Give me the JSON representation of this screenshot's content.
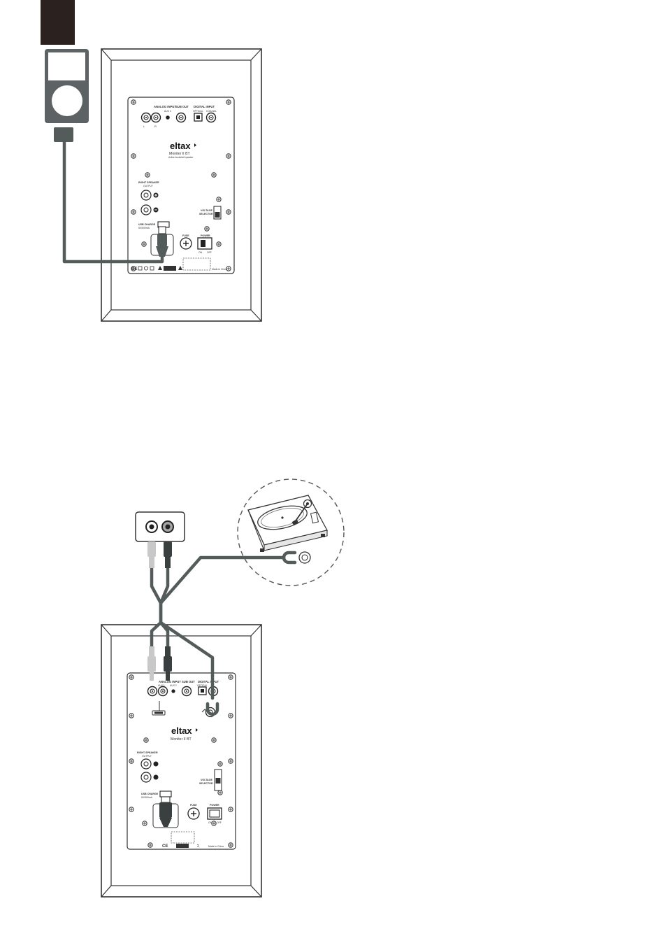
{
  "colors": {
    "cable": "#545b5b",
    "cable_light": "#c8c8c8",
    "outline": "#333333",
    "corner_tab": "#2b2220",
    "player_body": "#5d6364"
  },
  "panel": {
    "brand": "eltax",
    "model": "Moniter II BT",
    "subtitle": "Active bookshelf speaker",
    "analog_input": "ANALOG INPUT",
    "aux1": "AUX 1",
    "aux2": "AUX 2",
    "sub_out": "SUB OUT",
    "digital_input": "DIGITAL INPUT",
    "optical": "OPTICAL",
    "coaxial": "COAXIAL",
    "left": "L",
    "right": "R",
    "right_speaker": "RIGHT SPEAKER",
    "output": "OUTPUT",
    "voltage": "VOLTAGE",
    "selector": "SELECTOR",
    "usb_charge": "USB CHARGE",
    "usb_rating": "5V/500mA",
    "fuse": "FUSE",
    "power": "POWER",
    "on": "ON",
    "off": "OFF",
    "made_in": "Made in China"
  },
  "icons": [
    "portable-player-icon",
    "turntable-icon",
    "rca-socket-icon",
    "rca-plug-icon",
    "usb-plug-icon",
    "ground-fork-icon"
  ]
}
